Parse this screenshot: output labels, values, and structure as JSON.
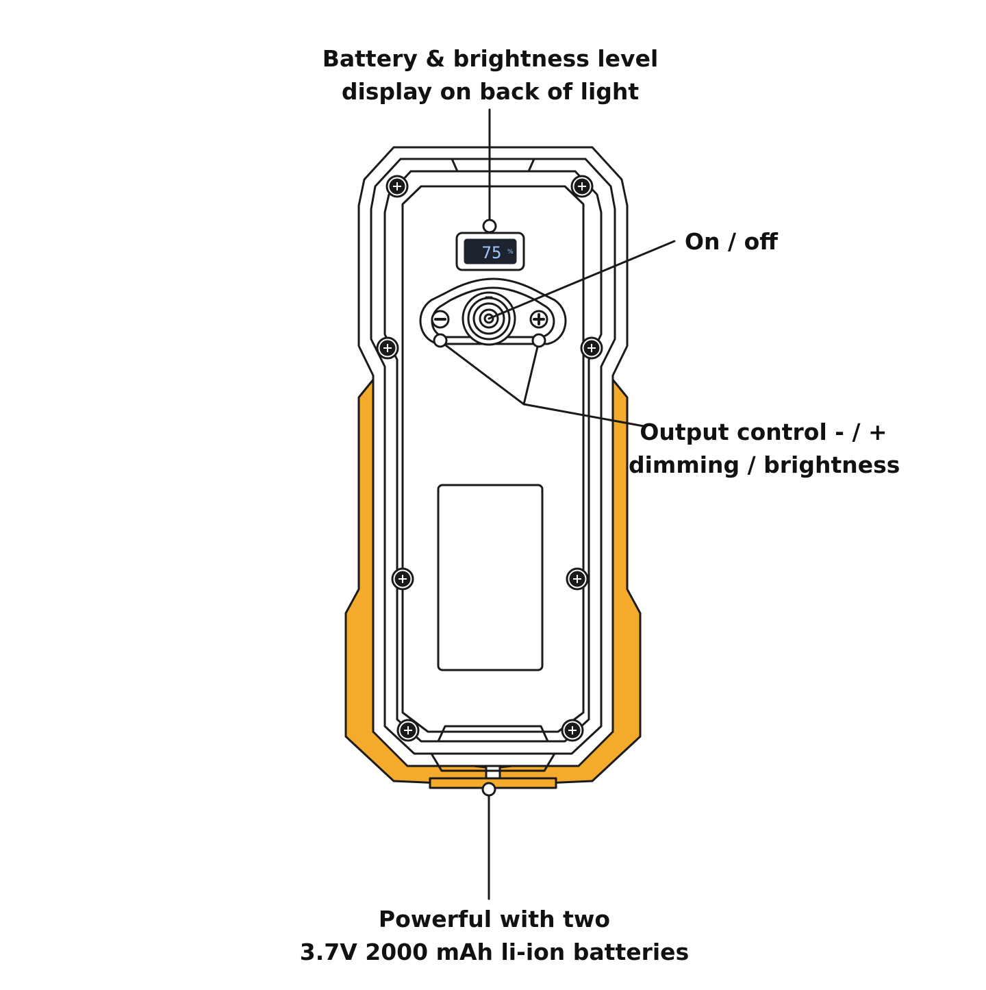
{
  "colors": {
    "outline": "#1a1a1a",
    "accent": "#f4aa2a",
    "background": "#ffffff",
    "lcd_screen": "#1e2330",
    "lcd_digits": "#9ec9ff"
  },
  "callouts": {
    "display": {
      "line1": "Battery & brightness level",
      "line2": "display on back of light"
    },
    "power": {
      "line1": "On / off"
    },
    "output": {
      "line1": "Output control - / +",
      "line2": "dimming / brightness"
    },
    "battery": {
      "line1": "Powerful with two",
      "line2": "3.7V 2000 mAh li-ion batteries"
    }
  },
  "lcd": {
    "value": "75",
    "unit": "%"
  },
  "icons": [
    "screw-icon",
    "minus-button-icon",
    "plus-button-icon",
    "power-button-icon"
  ]
}
